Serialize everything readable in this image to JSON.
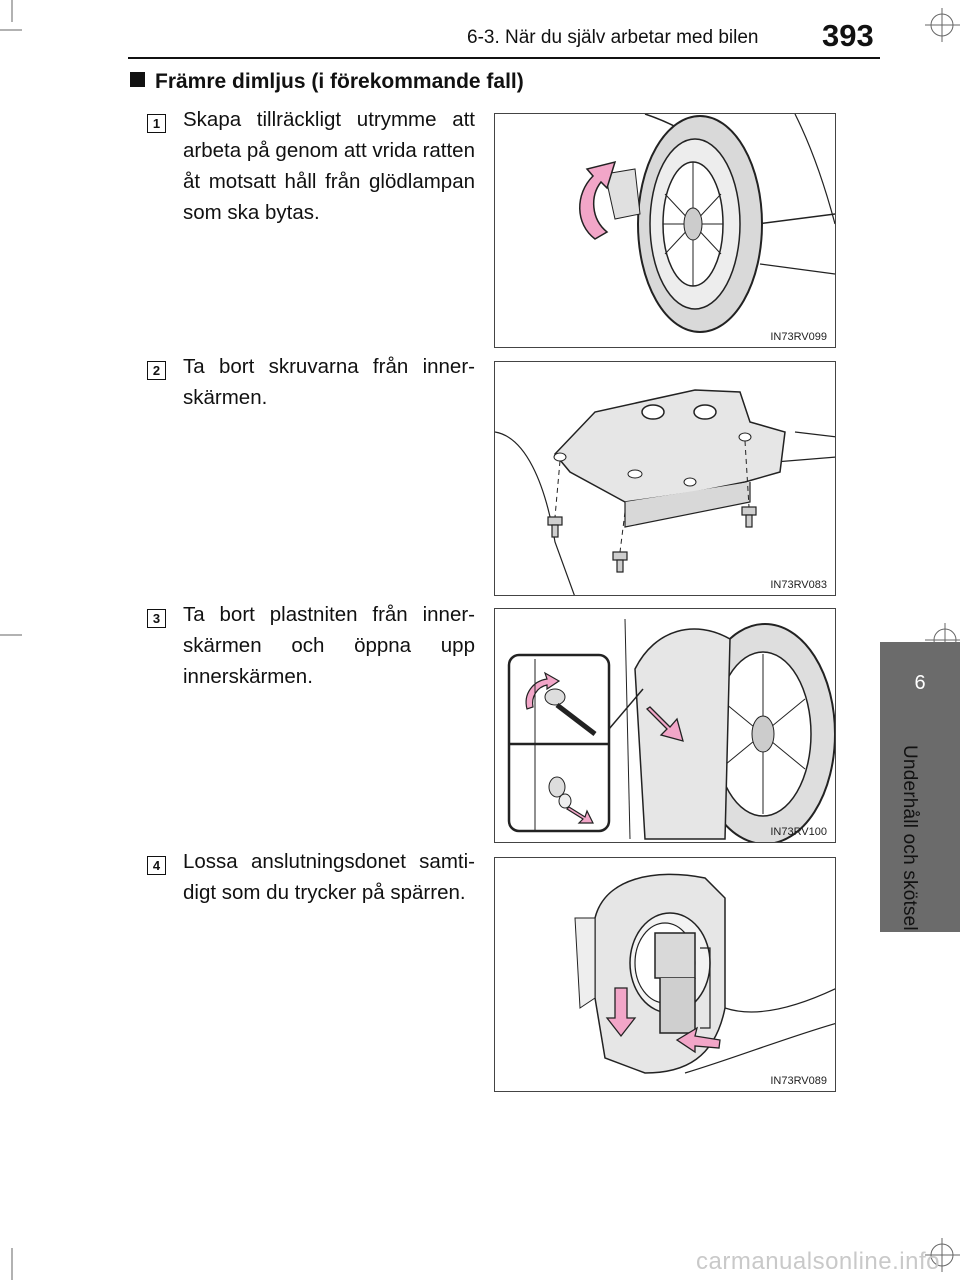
{
  "header": {
    "section": "6-3. När du själv arbetar med bilen",
    "page_number": "393"
  },
  "side_tab": {
    "number": "6",
    "label": "Underhåll och skötsel"
  },
  "section": {
    "heading": "Främre dimljus (i förekommande fall)"
  },
  "steps": [
    {
      "number": "1",
      "text": "Skapa tillräckligt utrymme att arbeta på genom att vrida ratten åt motsatt håll från glödlampan som ska bytas.",
      "figure_code": "IN73RV099"
    },
    {
      "number": "2",
      "text": "Ta bort skruvarna från inner-skärmen.",
      "figure_code": "IN73RV083"
    },
    {
      "number": "3",
      "text": "Ta bort plastniten från inner-skärmen och öppna upp innerskärmen.",
      "figure_code": "IN73RV100"
    },
    {
      "number": "4",
      "text": "Lossa anslutningsdonet samti-digt som du trycker på spärren.",
      "figure_code": "IN73RV089"
    }
  ],
  "watermark": "carmanualsonline.info",
  "colors": {
    "arrow_pink": "#f2a6c8",
    "side_tab_gray": "#6b6b6b",
    "panel_gray": "#e6e6e6"
  }
}
